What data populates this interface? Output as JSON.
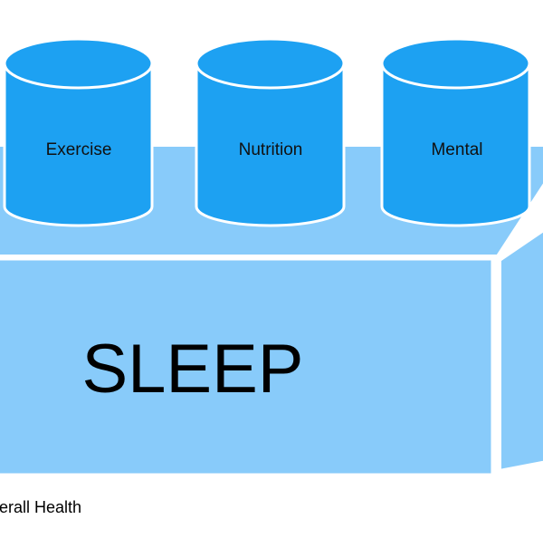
{
  "diagram": {
    "pillars": [
      {
        "id": "exercise",
        "label": "Exercise"
      },
      {
        "id": "nutrition",
        "label": "Nutrition"
      },
      {
        "id": "mental",
        "label": "Mental"
      }
    ],
    "foundation": {
      "label": "SLEEP"
    },
    "caption": "erall Health"
  },
  "colors": {
    "cylinder": "#1da1f2",
    "block_front": "#88cbfa",
    "block_top": "#88cbfa",
    "block_side": "#88cbfa",
    "outline": "#ffffff",
    "background": "#ffffff"
  }
}
